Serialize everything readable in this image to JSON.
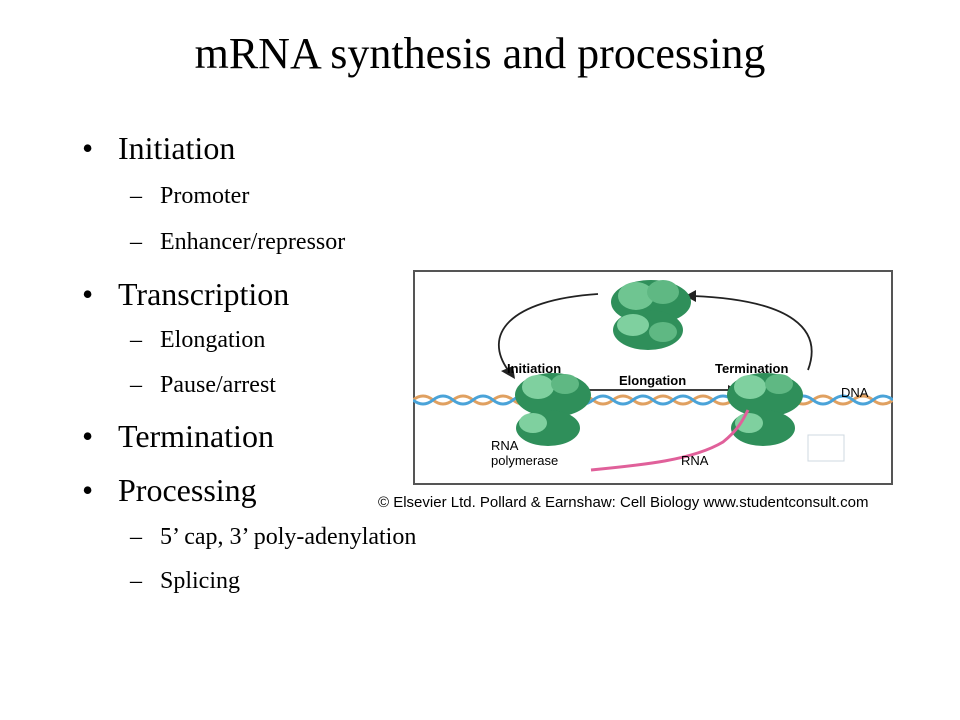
{
  "slide": {
    "title": "mRNA synthesis and processing",
    "bullets": [
      {
        "text": "Initiation",
        "subs": [
          "Promoter",
          "Enhancer/repressor"
        ]
      },
      {
        "text": "Transcription",
        "subs": [
          "Elongation",
          "Pause/arrest"
        ]
      },
      {
        "text": "Termination",
        "subs": []
      },
      {
        "text": "Processing",
        "subs": [
          "5’ cap, 3’ poly-adenylation",
          "Splicing"
        ]
      }
    ]
  },
  "figure": {
    "labels": {
      "initiation": "Initiation",
      "elongation": "Elongation",
      "termination": "Termination",
      "dna": "DNA",
      "rna_polymerase_1": "RNA",
      "rna_polymerase_2": "polymerase",
      "rna": "RNA"
    },
    "caption": "© Elsevier Ltd. Pollard & Earnshaw: Cell Biology www.studentconsult.com"
  }
}
